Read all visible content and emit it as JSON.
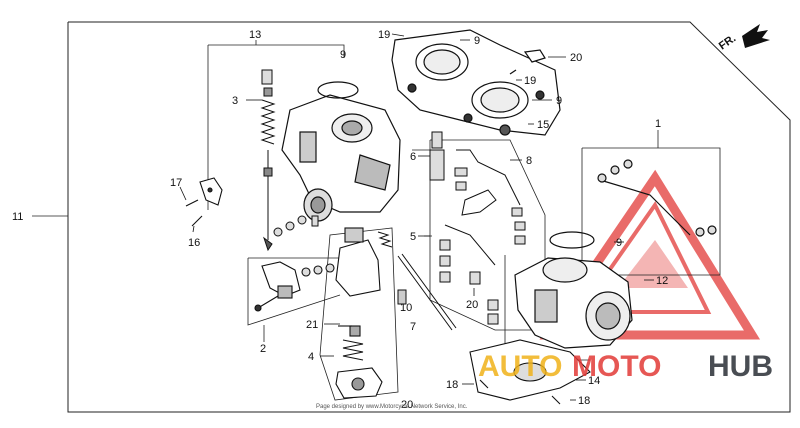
{
  "direction_marker": {
    "label": "FR.",
    "icon": "arrow-right-icon"
  },
  "callouts": {
    "c1": "1",
    "c2": "2",
    "c3": "3",
    "c4": "4",
    "c5": "5",
    "c6": "6",
    "c7": "7",
    "c8": "8",
    "c9a": "9",
    "c9b": "9",
    "c9c": "9",
    "c9d": "9",
    "c10": "10",
    "c11": "11",
    "c12": "12",
    "c13": "13",
    "c14": "14",
    "c15": "15",
    "c16": "16",
    "c17": "17",
    "c18a": "18",
    "c18b": "18",
    "c19a": "19",
    "c19b": "19",
    "c20a": "20",
    "c20b": "20",
    "c20c": "20",
    "c21": "21"
  },
  "copyright": "Page designed by www.Motorcycle Network Service, Inc.",
  "watermark": {
    "part1": "AUTO",
    "part2": "MOTO",
    "part3": "HUB"
  },
  "colors": {
    "line": "#1a1a1a",
    "watermark_red": "#e23a37",
    "watermark_yellow": "#f0b21a",
    "watermark_dark": "#2a2f36"
  }
}
